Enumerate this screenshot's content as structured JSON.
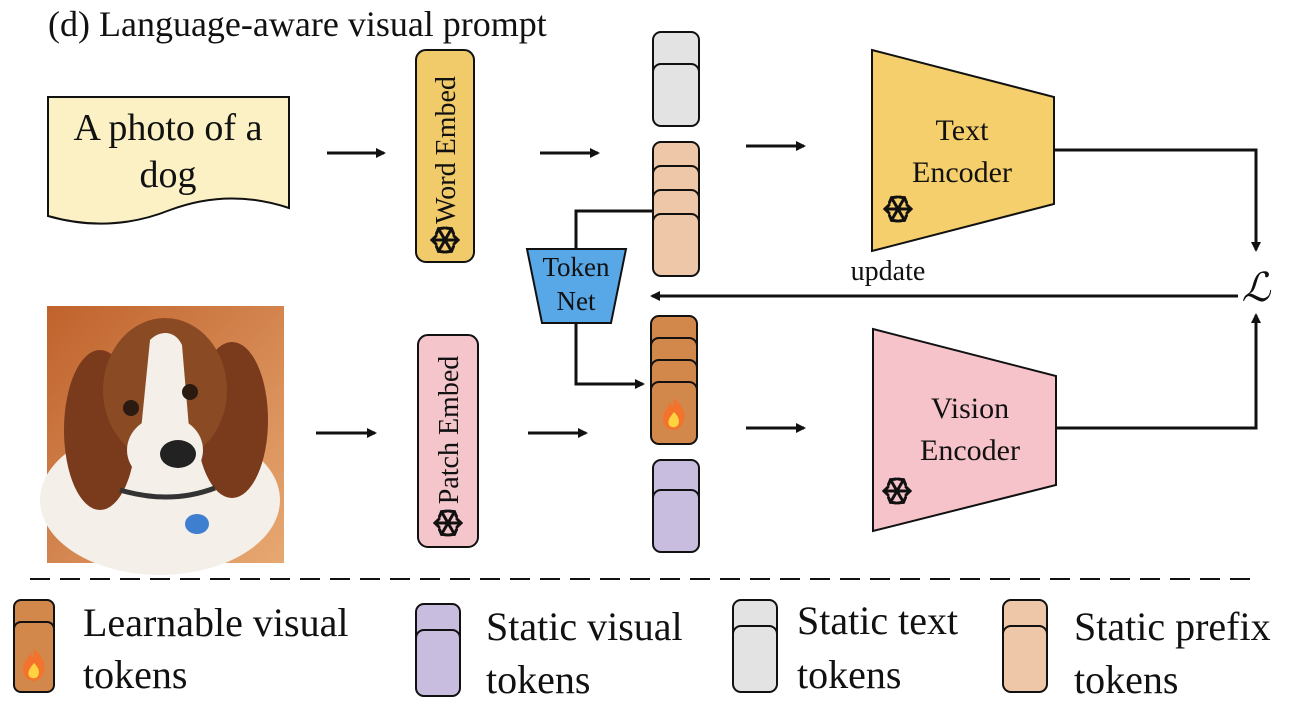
{
  "title": "(d) Language-aware visual prompt",
  "input_text": {
    "line1": "A photo of a",
    "line2": "dog"
  },
  "word_embed_label": "Word Embed",
  "patch_embed_label": "Patch Embed",
  "token_net": {
    "line1": "Token",
    "line2": "Net"
  },
  "text_encoder": {
    "line1": "Text",
    "line2": "Encoder"
  },
  "vision_encoder": {
    "line1": "Vision",
    "line2": "Encoder"
  },
  "update_label": "update",
  "loss_symbol": "ℒ",
  "legend": [
    {
      "line1": "Learnable visual",
      "line2": "tokens",
      "kind": "learnable"
    },
    {
      "line1": "Static visual",
      "line2": "tokens",
      "kind": "static-visual"
    },
    {
      "line1": "Static text",
      "line2": "tokens",
      "kind": "static-text"
    },
    {
      "line1": "Static prefix",
      "line2": "tokens",
      "kind": "static-prefix"
    }
  ],
  "icons": {
    "frozen": "snowflake-icon",
    "trainable": "fire-icon",
    "dog_image": "beagle-photo"
  },
  "colors": {
    "input_text_bg": "#fbf1c5",
    "word_embed_bg": "#f1cb69",
    "patch_embed_bg": "#f4c6cc",
    "token_net_bg": "#58a7e6",
    "text_encoder_bg": "#f4cf6b",
    "vision_encoder_bg": "#f5c3c9",
    "learnable_token": "#d2874b",
    "static_visual_token": "#c8bcdf",
    "static_text_token": "#e3e3e3",
    "static_prefix_token": "#eec7a8"
  }
}
